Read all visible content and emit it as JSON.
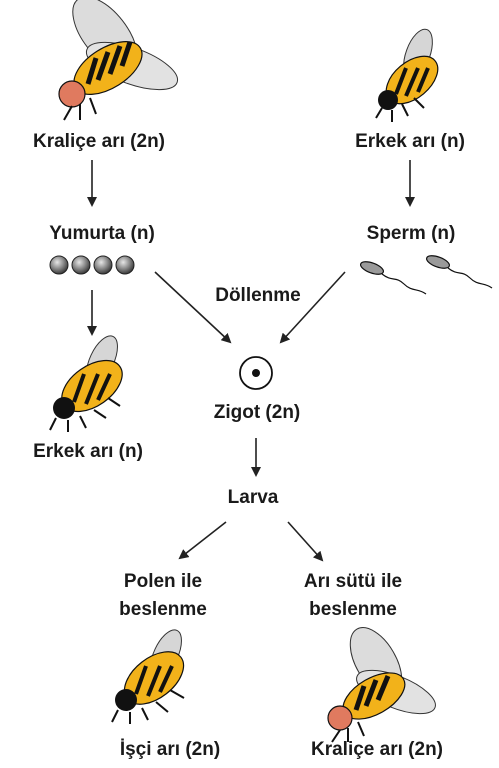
{
  "labels": {
    "queen_top": "Kraliçe arı (2n)",
    "drone_top": "Erkek arı (n)",
    "egg": "Yumurta (n)",
    "sperm": "Sperm (n)",
    "fertilization": "Döllenme",
    "zygote": "Zigot (2n)",
    "drone_bottom": "Erkek arı (n)",
    "larva": "Larva",
    "pollen_line1": "Polen ile",
    "pollen_line2": "beslenme",
    "royal_line1": "Arı sütü ile",
    "royal_line2": "beslenme",
    "worker": "İşçi arı (2n)",
    "queen_bottom": "Kraliçe arı (2n)"
  },
  "icons": [
    "queen-bee-icon",
    "drone-bee-icon",
    "egg-icon",
    "sperm-icon",
    "zygote-icon",
    "worker-bee-icon"
  ],
  "colors": {
    "stripe": "#f2b21a",
    "dark": "#111111",
    "wing": "#d8d8d8",
    "egg": "#8a8a8a",
    "queen_head": "#e07a5f"
  }
}
